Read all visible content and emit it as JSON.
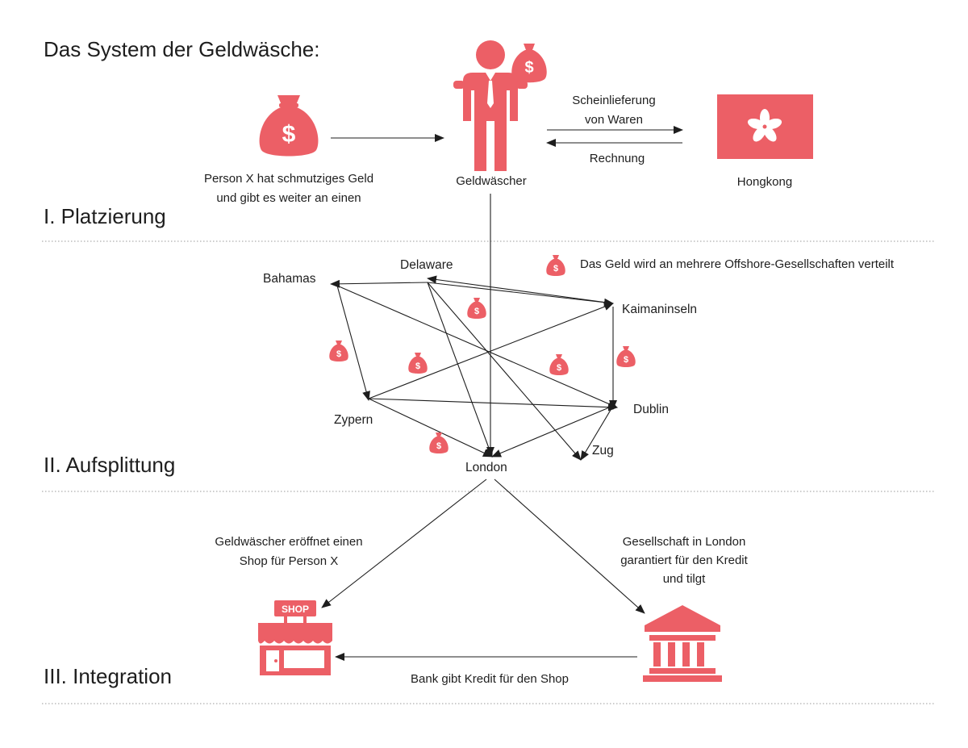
{
  "title": "Das System der Geldwäsche:",
  "sections": {
    "placement": "I. Platzierung",
    "splitting": "II. Aufsplittung",
    "integration": "III. Integration"
  },
  "placement": {
    "person_line1": "Person X hat schmutziges Geld",
    "person_line2": "und gibt es weiter an einen",
    "launderer": "Geldwäscher",
    "fake_delivery_line1": "Scheinlieferung",
    "fake_delivery_line2": "von Waren",
    "invoice": "Rechnung",
    "hongkong": "Hongkong"
  },
  "splitting": {
    "legend": "Das Geld wird an mehrere Offshore-Gesellschaften verteilt",
    "nodes": {
      "bahamas": "Bahamas",
      "delaware": "Delaware",
      "kaiman": "Kaimaninseln",
      "zypern": "Zypern",
      "dublin": "Dublin",
      "zug": "Zug",
      "london": "London"
    }
  },
  "integration": {
    "shop_text_line1": "Geldwäscher eröffnet einen",
    "shop_text_line2": "Shop für Person X",
    "company_line1": "Gesellschaft in London",
    "company_line2": "garantiert für den Kredit",
    "company_line3": "und tilgt",
    "bank_credit": "Bank gibt Kredit für den Shop",
    "shop_sign": "SHOP"
  },
  "colors": {
    "accent": "#ec5f66",
    "text": "#1e1e1e"
  },
  "icons": {
    "money_bag": "money-bag-icon",
    "businessman": "businessman-icon",
    "flag": "hongkong-flag-icon",
    "shop": "shop-icon",
    "bank": "bank-icon"
  }
}
